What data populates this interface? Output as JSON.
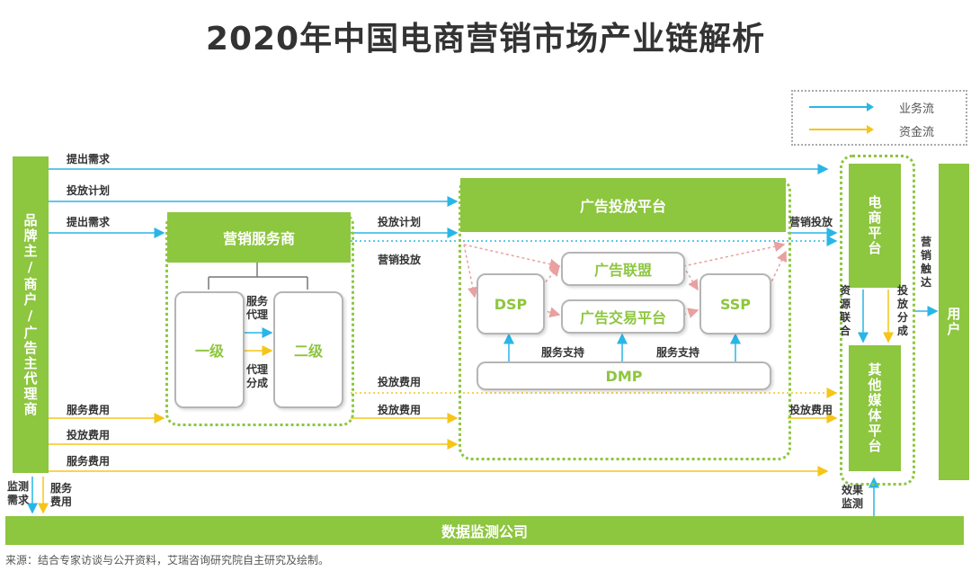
{
  "title": "2020年中国电商营销市场产业链解析",
  "legend": {
    "business_flow": "业务流",
    "fund_flow": "资金流"
  },
  "nodes": {
    "advertiser": "品牌主/商户/广告主代理商",
    "marketing_service": "营销服务商",
    "level1": "一级",
    "level2": "二级",
    "ad_platform": "广告投放平台",
    "dsp": "DSP",
    "ad_alliance": "广告联盟",
    "ad_exchange": "广告交易平台",
    "ssp": "SSP",
    "dmp": "DMP",
    "ecommerce_platform": "电商平台",
    "other_media": "其他媒体平台",
    "user": "用户",
    "data_monitor": "数据监测公司"
  },
  "labels": {
    "propose_demand_1": "提出需求",
    "delivery_plan_1": "投放计划",
    "propose_demand_2": "提出需求",
    "delivery_plan_2": "投放计划",
    "marketing_delivery_1": "营销投放",
    "marketing_delivery_2": "营销投放",
    "service_agency": "服务代理",
    "agency_share": "代理分成",
    "service_support_1": "服务支持",
    "service_support_2": "服务支持",
    "delivery_fee_1": "投放费用",
    "delivery_fee_2": "投放费用",
    "delivery_fee_3": "投放费用",
    "delivery_fee_4": "投放费用",
    "service_fee_1": "服务费用",
    "service_fee_2": "服务费用",
    "resource_alliance": "资源联合",
    "delivery_share": "投放分成",
    "marketing_reach": "营销触达",
    "monitor_demand": "监测需求",
    "service_fee_v": "服务费用",
    "effect_monitor": "效果监测"
  },
  "source": "来源：结合专家访谈与公开资料，艾瑞咨询研究院自主研究及绘制。",
  "colors": {
    "green": "#8dc63f",
    "blue": "#29b6e6",
    "yellow": "#f5c518",
    "pink": "#e8a0a0",
    "gray": "#b5b5b5"
  }
}
